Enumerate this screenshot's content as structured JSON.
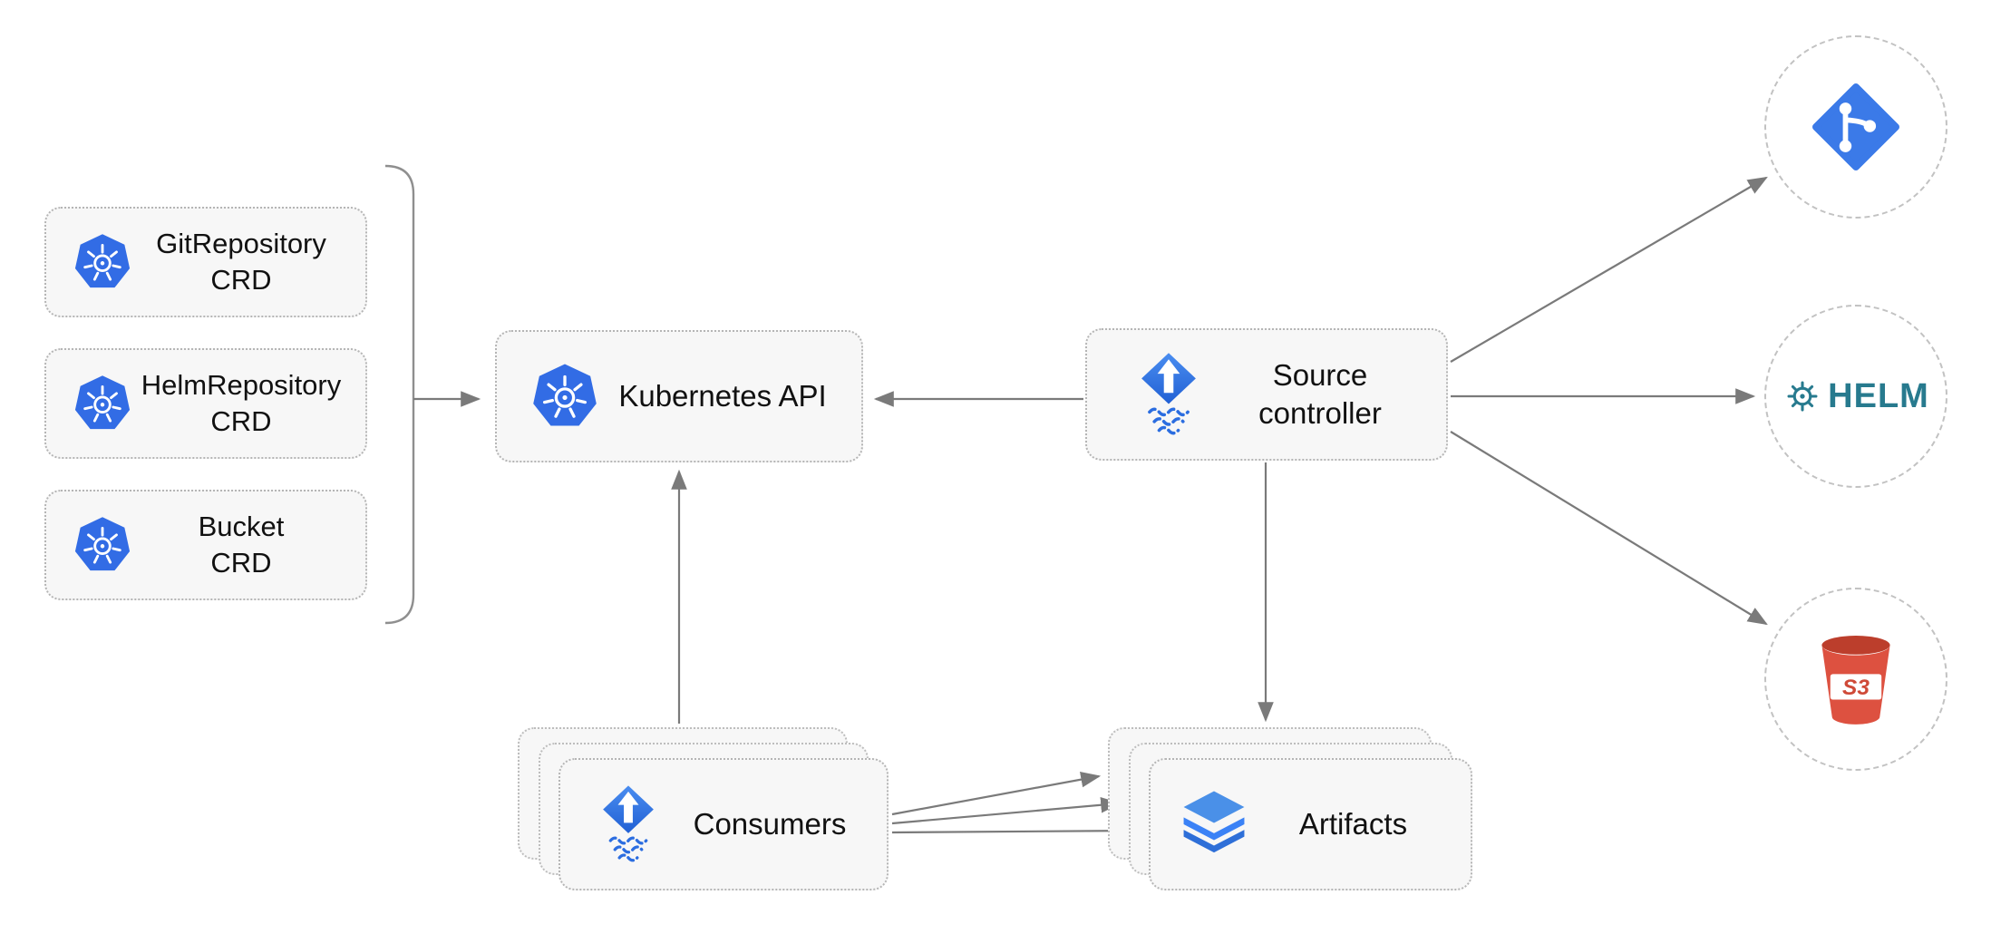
{
  "nodes": {
    "crds": [
      {
        "line1": "GitRepository",
        "line2": "CRD"
      },
      {
        "line1": "HelmRepository",
        "line2": "CRD"
      },
      {
        "line1": "Bucket",
        "line2": "CRD"
      }
    ],
    "kubernetes_api": {
      "label": "Kubernetes API"
    },
    "source_controller": {
      "line1": "Source",
      "line2": "controller"
    },
    "consumers": {
      "label": "Consumers"
    },
    "artifacts": {
      "label": "Artifacts"
    },
    "helm": {
      "label": "HELM"
    },
    "s3": {
      "label": "S3"
    }
  },
  "icons": {
    "kubernetes": "kubernetes-wheel-icon",
    "flux": "flux-diamond-arrow-icon",
    "git": "git-branch-icon",
    "helm": "helm-ship-wheel-icon",
    "s3": "s3-bucket-icon",
    "artifacts": "layers-icon"
  },
  "colors": {
    "kubernetes_blue": "#326ce5",
    "flux_blue": "#2b6de0",
    "git_blue": "#3b7ae8",
    "helm_teal": "#277a8e",
    "s3_red": "#d6402c",
    "artifacts_blue": "#3d87ea",
    "arrow_gray": "#7a7a7a",
    "node_fill": "#f7f7f7",
    "node_border": "#b5b5b5"
  }
}
